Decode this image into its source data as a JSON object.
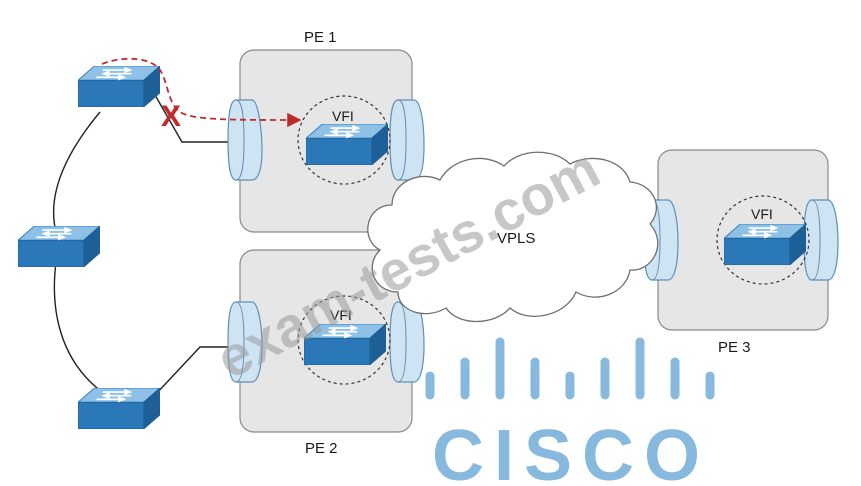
{
  "colors": {
    "pe_fill": "#e6e6e6",
    "pe_stroke": "#8a8a8a",
    "switch_front": "#2a78b8",
    "switch_top": "#8fc1e6",
    "interface_fill": "#cfe4f3",
    "interface_stroke": "#5f8fb8",
    "failure": "#c22a2a",
    "brand": "#87b9df",
    "watermark": "#9a9a9a"
  },
  "labels": {
    "pe1": "PE 1",
    "pe2": "PE 2",
    "pe3": "PE 3",
    "cloud": "VPLS",
    "vfi_pe1": "VFI",
    "vfi_pe2": "VFI",
    "vfi_pe3": "VFI",
    "failure_mark": "X"
  },
  "watermark": "exam-tests.com",
  "brand": {
    "name": "CISCO",
    "icon": "cisco-bridge-bars-logo"
  },
  "icons": {
    "ce_switch": "switch-icon",
    "vfi_switch": "switch-icon",
    "cloud": "cloud-icon"
  }
}
